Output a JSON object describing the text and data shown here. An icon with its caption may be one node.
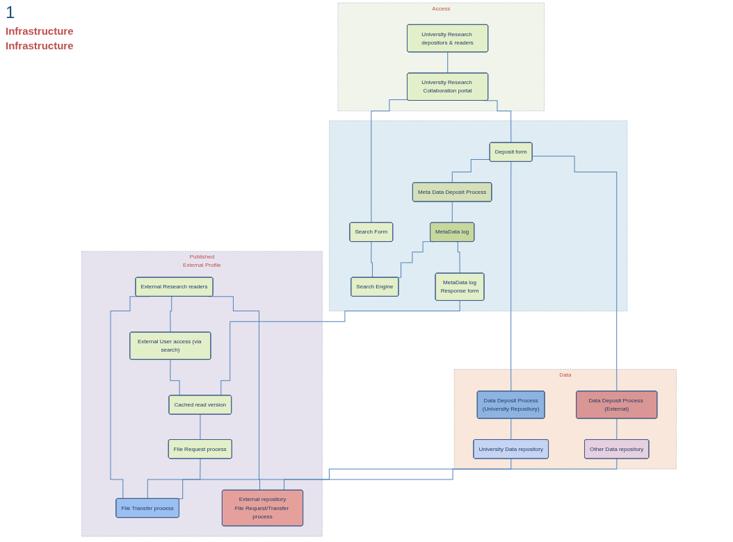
{
  "diagram": {
    "nodes": [
      {
        "text": [
          "Access"
        ]
      },
      {
        "text": [
          "University Research depositors & readers"
        ],
        "in": 0
      },
      {
        "text": [
          "University Research Collaboration portal"
        ],
        "in": 0
      },
      {
        "text": [],
        "shape": "box"
      },
      {
        "text": [
          "Deposit form"
        ],
        "in": 3
      },
      {
        "text": [
          "Search Form"
        ],
        "in": 3
      },
      {
        "text": [
          "Meta Data Deposit Process"
        ],
        "in": 3
      },
      {
        "text": [
          "MetaData log"
        ],
        "in": 3
      },
      {
        "text": [
          "Search Engine"
        ],
        "in": 3
      },
      {
        "text": [
          "MetaData log",
          "Response form"
        ],
        "in": 3
      },
      {
        "text": [
          "Data"
        ]
      },
      {
        "text": [
          "Data Deposit Process",
          "(University Repository)"
        ],
        "in": 10
      },
      {
        "text": [
          "University Data repository"
        ],
        "in": 10
      },
      {
        "text": [
          "Data Deposit Process (External)"
        ],
        "in": 10
      },
      {
        "text": [
          "Other Data repository"
        ],
        "in": 10
      },
      {
        "text": [
          "Published",
          "External Profile"
        ]
      },
      {
        "text": [
          "External Research readers"
        ],
        "in": 15
      },
      {
        "text": [
          "External User access (via search)"
        ],
        "in": 15
      },
      {
        "text": [
          "Cached read version"
        ],
        "in": 15
      },
      {
        "text": [
          "File Request process"
        ],
        "in": 15
      },
      {
        "text": [
          "File Transfer process"
        ],
        "in": 15
      },
      {
        "text": [
          "External repository",
          "File Request/Transfer process"
        ],
        "in": 15
      }
    ],
    "edges": [
      {
        "from": 1,
        "to": 2,
        "arrow": "none"
      },
      {
        "from": 2,
        "to": 4,
        "arrow": "none"
      },
      {
        "from": 2,
        "to": 5,
        "arrow": "none"
      },
      {
        "from": 4,
        "to": 6,
        "arrow": "none"
      },
      {
        "from": 4,
        "to": 11,
        "arrow": "none"
      },
      {
        "from": 4,
        "to": 13,
        "arrow": "none"
      },
      {
        "from": 6,
        "to": 7,
        "arrow": "none"
      },
      {
        "from": 7,
        "to": 8,
        "arrow": "none"
      },
      {
        "from": 5,
        "to": 8,
        "arrow": "none"
      },
      {
        "from": 7,
        "to": 9,
        "arrow": "none"
      },
      {
        "from": 9,
        "to": 18,
        "arrow": "none"
      },
      {
        "from": 16,
        "to": 17,
        "arrow": "none"
      },
      {
        "from": 17,
        "to": 18,
        "arrow": "none"
      },
      {
        "from": 18,
        "to": 19,
        "arrow": "none"
      },
      {
        "from": 19,
        "to": 20,
        "arrow": "none"
      },
      {
        "from": 11,
        "to": 12,
        "arrow": "none"
      },
      {
        "from": 12,
        "to": 20,
        "arrow": "none"
      },
      {
        "from": 13,
        "to": 14,
        "arrow": "none"
      },
      {
        "from": 14,
        "to": 21,
        "arrow": "none"
      },
      {
        "from": 16,
        "to": 20,
        "arrow": "none"
      },
      {
        "from": 16,
        "to": 21,
        "arrow": "none"
      }
    ],
    "labels": [
      "1",
      "Infrastructure",
      "Infrastructure"
    ]
  }
}
